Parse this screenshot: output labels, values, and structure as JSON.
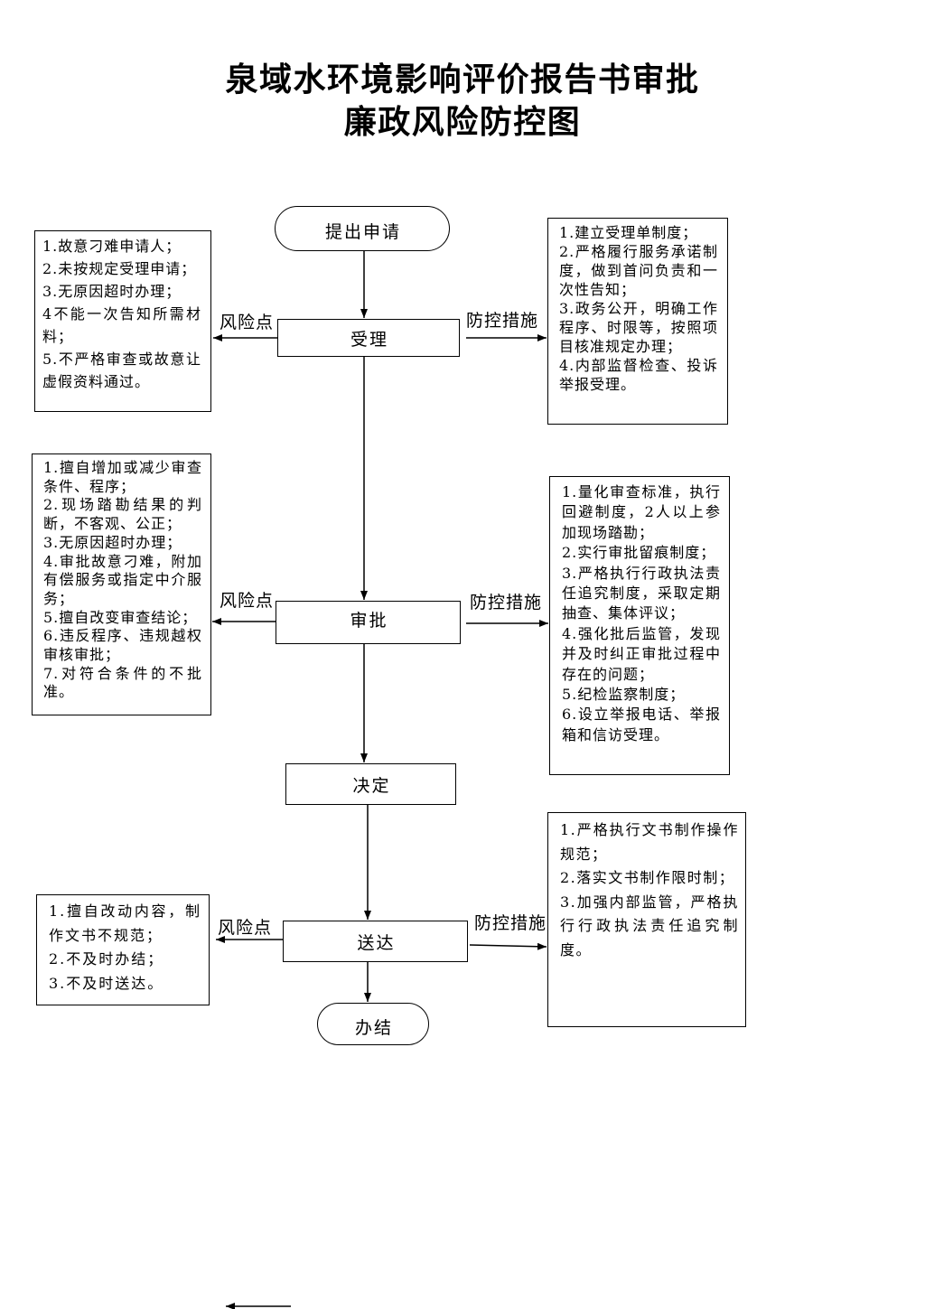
{
  "title": {
    "line1": "泉域水环境影响评价报告书审批",
    "line2": "廉政风险防控图"
  },
  "nodes": {
    "start": "提出申请",
    "decide": "决定",
    "finish": "办结"
  },
  "stages": {
    "accept": {
      "node": "受理",
      "risk_label": "风险点",
      "control_label": "防控措施",
      "risks": [
        "1.故意刁难申请人；",
        "2.未按规定受理申请；",
        "3.无原因超时办理；",
        "4不能一次告知所需材料；",
        "5.不严格审查或故意让虚假资料通过。"
      ],
      "controls": [
        "1.建立受理单制度；",
        "2.严格履行服务承诺制度，做到首问负责和一次性告知；",
        "3.政务公开，明确工作程序、时限等，按照项目核准规定办理；",
        "4.内部监督检查、投诉举报受理。"
      ]
    },
    "approve": {
      "node": "审批",
      "risk_label": "风险点",
      "control_label": "防控措施",
      "risks": [
        "1.擅自增加或减少审查条件、程序；",
        "2.现场踏勘结果的判断，不客观、公正；",
        "3.无原因超时办理；",
        "4.审批故意刁难，附加有偿服务或指定中介服务；",
        "5.擅自改变审查结论；",
        "6.违反程序、违规越权审核审批；",
        "7.对符合条件的不批准。"
      ],
      "controls": [
        "1.量化审查标准，执行回避制度，2人以上参加现场踏勘；",
        "2.实行审批留痕制度；",
        "3.严格执行行政执法责任追究制度，采取定期抽查、集体评议；",
        "4.强化批后监管，发现并及时纠正审批过程中存在的问题；",
        "5.纪检监察制度；",
        "6.设立举报电话、举报箱和信访受理。"
      ]
    },
    "deliver": {
      "node": "送达",
      "risk_label": "风险点",
      "control_label": "防控措施",
      "risks": [
        "1.擅自改动内容，制作文书不规范；",
        "2.不及时办结；",
        "3.不及时送达。"
      ],
      "controls": [
        "1.严格执行文书制作操作规范；",
        "2.落实文书制作限时制；",
        "3.加强内部监管，严格执行行政执法责任追究制度。"
      ]
    }
  }
}
